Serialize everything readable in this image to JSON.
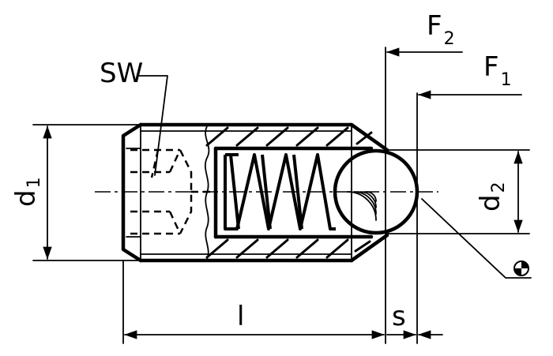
{
  "labels": {
    "sw": "SW",
    "f2_main": "F",
    "f2_sub": "2",
    "f1_main": "F",
    "f1_sub": "1",
    "d1_main": "d",
    "d1_sub": "1",
    "d2_main": "d",
    "d2_sub": "2",
    "l": "l",
    "s": "s"
  },
  "symbols": {
    "cross_section_symbol": "⊕-icon"
  },
  "colors": {
    "line": "#000000",
    "background": "#ffffff"
  }
}
